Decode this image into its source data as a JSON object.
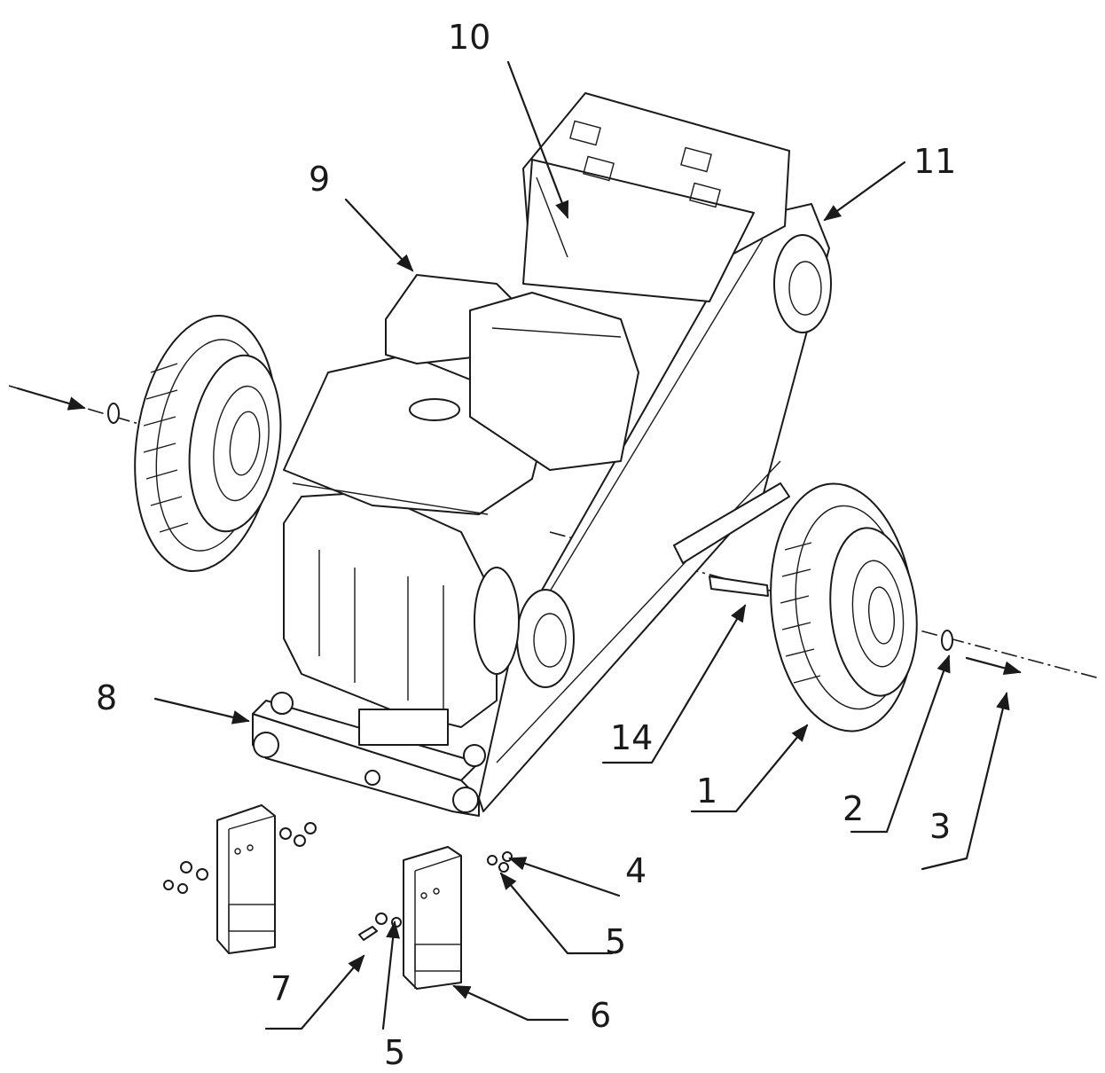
{
  "labels": {
    "l1": "1",
    "l2": "2",
    "l3": "3",
    "l4": "4",
    "l5a": "5",
    "l5b": "5",
    "l6": "6",
    "l7": "7",
    "l8": "8",
    "l9": "9",
    "l10": "10",
    "l11": "11",
    "l14": "14"
  }
}
